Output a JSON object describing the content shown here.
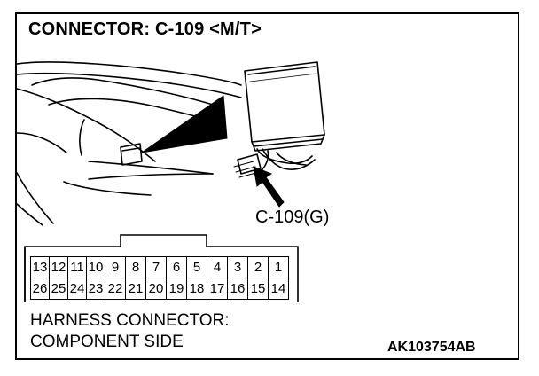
{
  "title": "CONNECTOR: C-109 <M/T>",
  "callout_label": "C-109(G)",
  "connector_pins": {
    "top_row": [
      "13",
      "12",
      "11",
      "10",
      "9",
      "8",
      "7",
      "6",
      "5",
      "4",
      "3",
      "2",
      "1"
    ],
    "bottom_row": [
      "26",
      "25",
      "24",
      "23",
      "22",
      "21",
      "20",
      "19",
      "18",
      "17",
      "16",
      "15",
      "14"
    ]
  },
  "caption": {
    "line1": "HARNESS CONNECTOR:",
    "line2": "COMPONENT SIDE"
  },
  "figure_code": "AK103754AB",
  "icons": [
    "dashboard-illustration",
    "ecu-module-illustration",
    "pointer-arrow-icon",
    "connector-outline"
  ]
}
